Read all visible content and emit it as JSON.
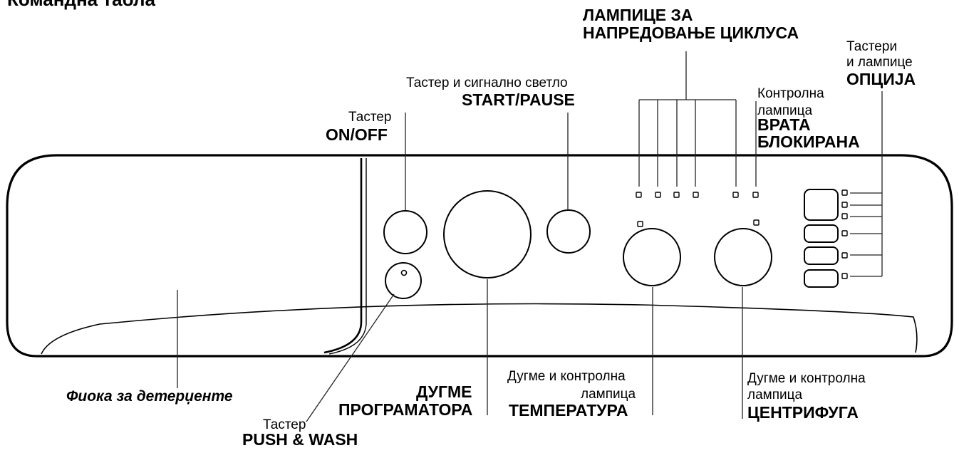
{
  "title": "Командна табла",
  "labels": {
    "cycle_lamps": {
      "line1": "ЛАМПИЦЕ ЗА",
      "line2": "НАПРЕДОВАЊЕ ЦИКЛУСА"
    },
    "options": {
      "line1": "Тастери",
      "line2": "и лампице",
      "line3": "ОПЦИЈА"
    },
    "start_pause": {
      "line1": "Тастер и сигнално светло",
      "line2": "START/PAUSE"
    },
    "door_locked": {
      "line1": "Контролна",
      "line2": "лампица",
      "line3": "ВРАТА",
      "line4": "БЛОКИРАНА"
    },
    "on_off": {
      "line1": "Тастер",
      "line2": "ON/OFF"
    },
    "detergent_drawer": "Фиока за детерџенте",
    "push_wash": {
      "line1": "Тастер",
      "line2": "PUSH & WASH"
    },
    "program_knob": {
      "line1": "ДУГМЕ",
      "line2": "ПРОГРАМАТОРА"
    },
    "temperature": {
      "line1": "Дугме и контролна",
      "line2": "лампица",
      "line3": "ТЕМПЕРАТУРА"
    },
    "spin": {
      "line1": "Дугме и контролна",
      "line2": "лампица",
      "line3": "ЦЕНТРИФУГА"
    }
  }
}
